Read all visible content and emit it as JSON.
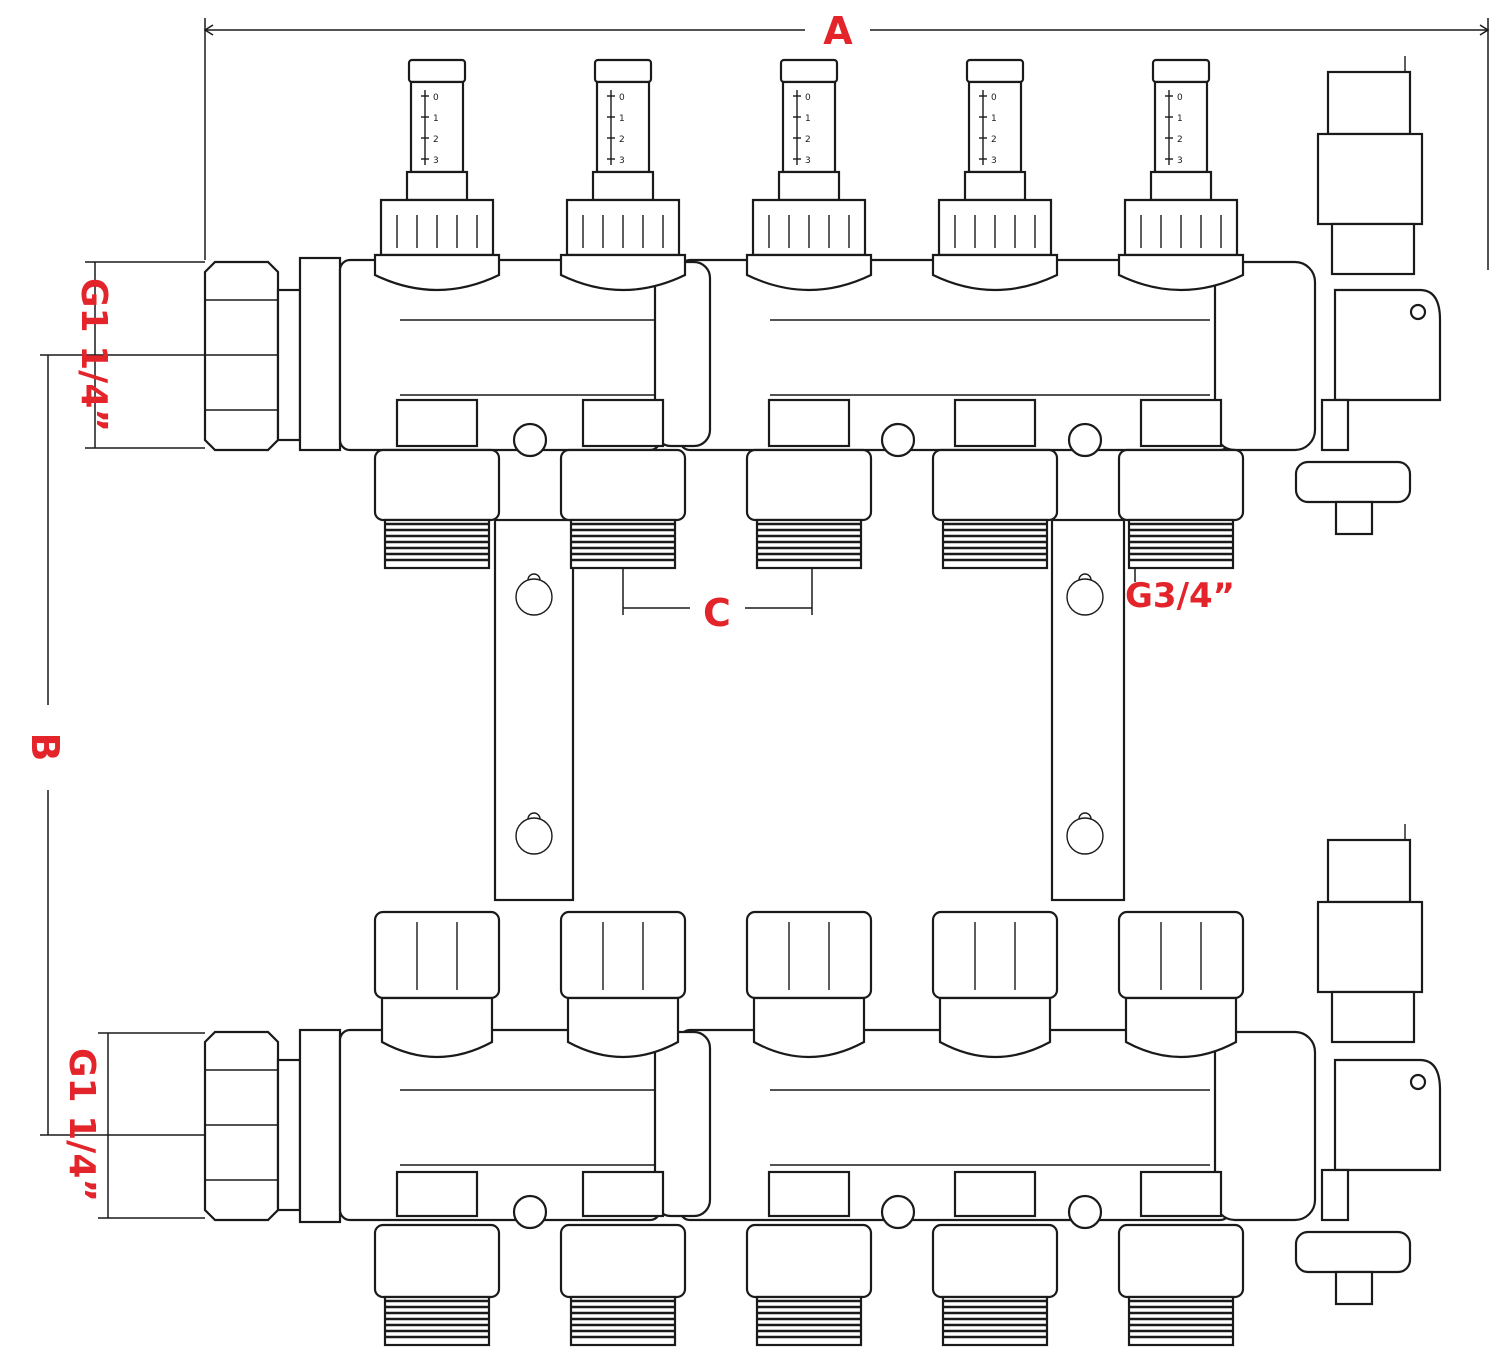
{
  "dimensions": {
    "a": "A",
    "b": "B",
    "c": "C",
    "inlet_top": "G1 1/4”",
    "inlet_bottom": "G1 1/4”",
    "outlet": "G3/4”"
  },
  "flowmeter_scale": [
    "0",
    "1",
    "2",
    "3"
  ],
  "loop_count": 5,
  "label_color": "#e3242b",
  "line_color": "#1a1a1a",
  "icons": {
    "flowmeter": "flowmeter-icon",
    "valve_cap": "valve-cap-icon",
    "air_vent": "air-vent-icon",
    "drain_cock": "drain-cock-icon",
    "keyhole": "keyhole-slot-icon"
  }
}
